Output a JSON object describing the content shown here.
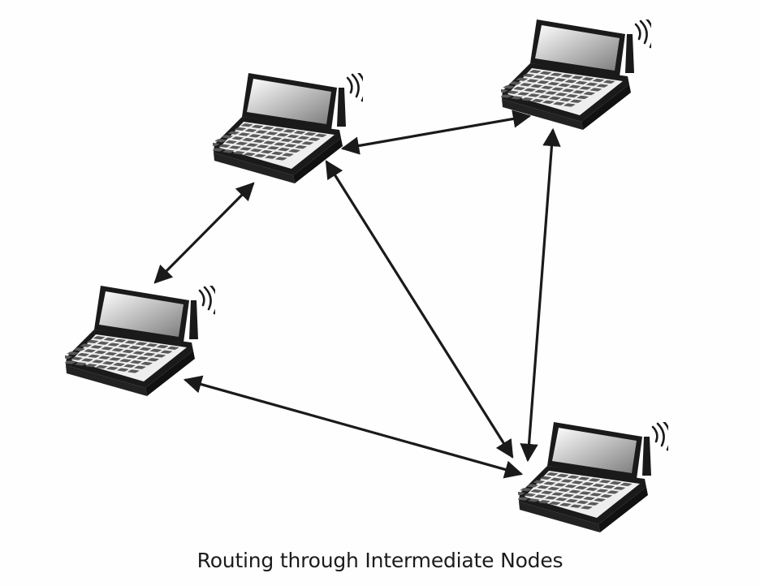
{
  "diagram": {
    "caption": "Routing through Intermediate Nodes",
    "colors": {
      "ink": "#1a1a1a",
      "screen_light": "#ffffff",
      "screen_dark": "#7d7d7d",
      "key": "#5a5a5a",
      "background": "#fefefe"
    },
    "nodes": [
      {
        "id": "node-top-left",
        "icon": "laptop-icon",
        "signal": "wireless-signal-icon"
      },
      {
        "id": "node-top-right",
        "icon": "laptop-icon",
        "signal": "wireless-signal-icon"
      },
      {
        "id": "node-left",
        "icon": "laptop-icon",
        "signal": "wireless-signal-icon"
      },
      {
        "id": "node-bottom-right",
        "icon": "laptop-icon",
        "signal": "wireless-signal-icon"
      }
    ],
    "links": [
      {
        "from": "node-top-left",
        "to": "node-top-right",
        "direction": "bidirectional"
      },
      {
        "from": "node-top-left",
        "to": "node-left",
        "direction": "bidirectional"
      },
      {
        "from": "node-top-left",
        "to": "node-bottom-right",
        "direction": "bidirectional"
      },
      {
        "from": "node-top-right",
        "to": "node-bottom-right",
        "direction": "bidirectional"
      },
      {
        "from": "node-left",
        "to": "node-bottom-right",
        "direction": "bidirectional"
      }
    ]
  }
}
